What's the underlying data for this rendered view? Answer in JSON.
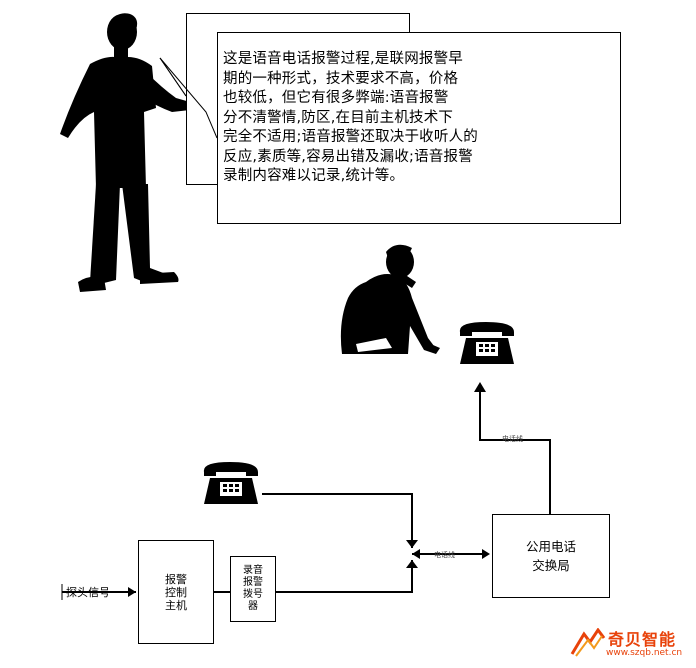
{
  "speech_text": "这是语音电话报警过程,是联网报警早\n期的一种形式，技术要求不高，价格\n也较低，但它有很多弊端:语音报警\n分不清警情,防区,在目前主机技术下\n完全不适用;语音报警还取决于收听人的\n反应,素质等,容易出错及漏收;语音报警\n录制内容难以记录,统计等。",
  "boxes": {
    "control_host": "报警\n控制\n主机",
    "voice_dialer": "录音\n报警\n拨号\n器",
    "exchange": "公用电话\n交换局"
  },
  "input_label": "探头信号",
  "line_labels": {
    "vertical": "电话线",
    "horizontal": "电话线"
  },
  "logo": {
    "name": "奇贝智能",
    "url": "www.szqb.net.cn"
  },
  "icons": [
    "man-silhouette-icon",
    "man-on-phone-icon",
    "telephone-icon",
    "telephone-icon"
  ]
}
